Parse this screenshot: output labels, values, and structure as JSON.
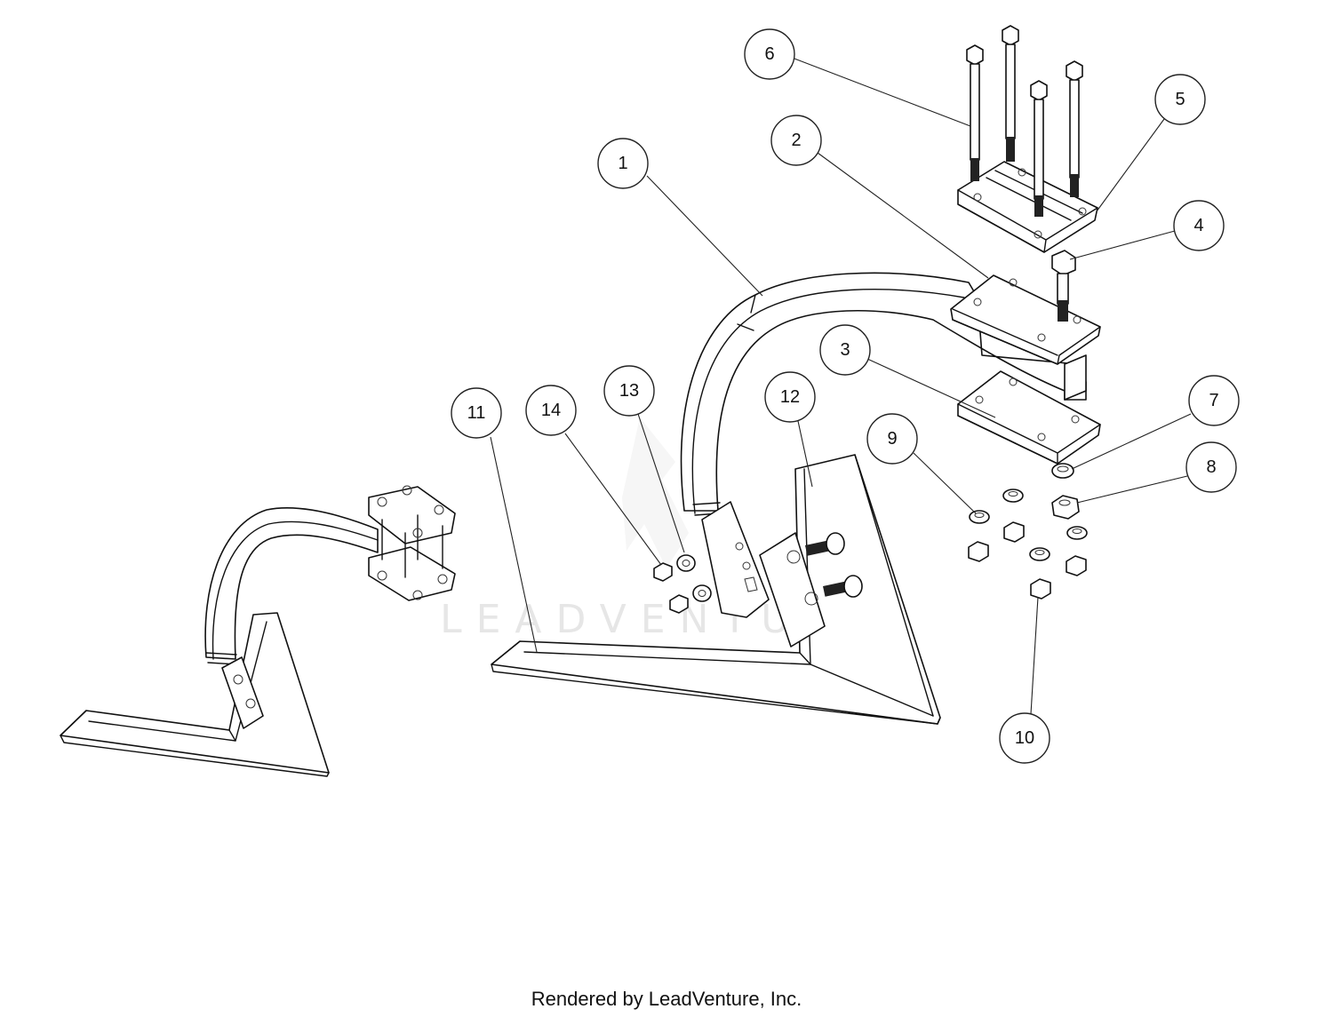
{
  "watermark": "LEADVENTURE",
  "footer": "Rendered by LeadVenture, Inc.",
  "callouts": [
    {
      "label": "1"
    },
    {
      "label": "2"
    },
    {
      "label": "3"
    },
    {
      "label": "4"
    },
    {
      "label": "5"
    },
    {
      "label": "6"
    },
    {
      "label": "7"
    },
    {
      "label": "8"
    },
    {
      "label": "9"
    },
    {
      "label": "10"
    },
    {
      "label": "11"
    },
    {
      "label": "12"
    },
    {
      "label": "13"
    },
    {
      "label": "14"
    }
  ]
}
